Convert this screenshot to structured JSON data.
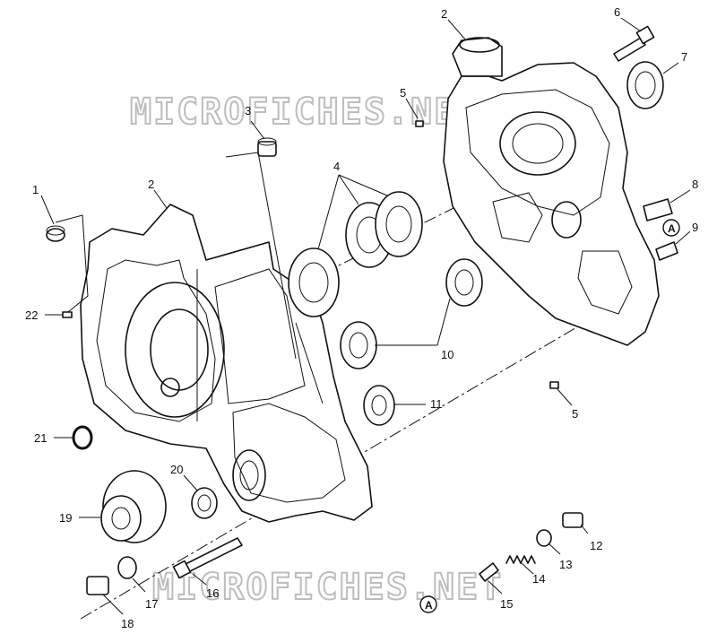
{
  "watermarks": [
    "MICROFICHES.NET",
    "MICROFICHES.NET"
  ],
  "reference_mark": "A",
  "callouts": [
    "1",
    "2",
    "2",
    "3",
    "4",
    "5",
    "5",
    "6",
    "7",
    "8",
    "9",
    "10",
    "11",
    "12",
    "13",
    "14",
    "15",
    "16",
    "17",
    "18",
    "19",
    "20",
    "21",
    "22"
  ]
}
